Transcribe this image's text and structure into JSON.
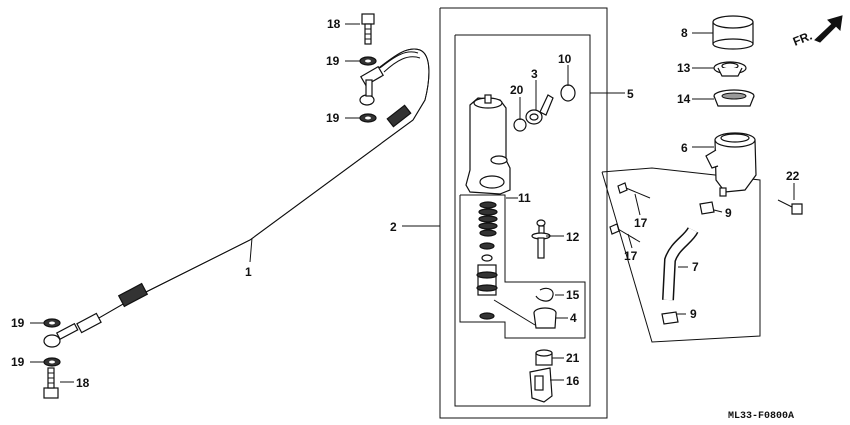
{
  "direction_label": "FR.",
  "diagram_code": "ML33-F0800A",
  "callouts": {
    "c1": "1",
    "c2": "2",
    "c3": "3",
    "c4": "4",
    "c5": "5",
    "c6": "6",
    "c7": "7",
    "c8": "8",
    "c9a": "9",
    "c9b": "9",
    "c10": "10",
    "c11": "11",
    "c12": "12",
    "c13": "13",
    "c14": "14",
    "c15": "15",
    "c16": "16",
    "c17a": "17",
    "c17b": "17",
    "c18a": "18",
    "c18b": "18",
    "c19a": "19",
    "c19b": "19",
    "c19c": "19",
    "c19d": "19",
    "c20": "20",
    "c21": "21",
    "c22": "22"
  }
}
